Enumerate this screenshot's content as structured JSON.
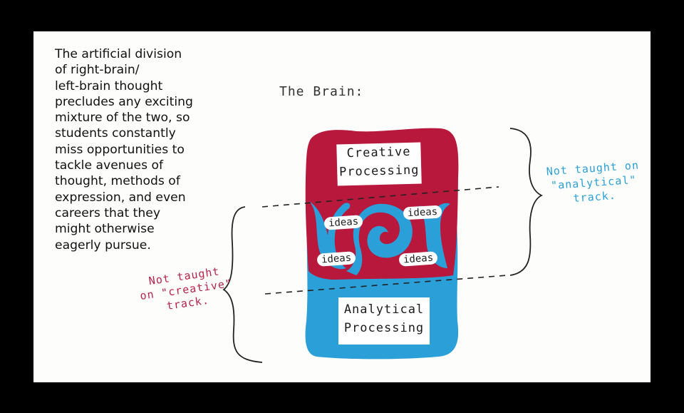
{
  "caption": {
    "lines": [
      "The artificial division",
      "of right-brain/",
      "left-brain thought",
      "precludes any exciting",
      "mixture of the two, so",
      "students constantly",
      "miss opportunities to",
      "tackle avenues of",
      "thought, methods of",
      "expression, and even",
      "careers that they",
      "might otherwise",
      "eagerly pursue."
    ]
  },
  "diagram": {
    "title": "The Brain:",
    "creative_box": [
      "Creative",
      "Processing"
    ],
    "analytical_box": [
      "Analytical",
      "Processing"
    ],
    "ideas": [
      "ideas",
      "ideas",
      "ideas",
      "ideas"
    ],
    "note_analytical_track": [
      "Not taught on",
      "\"analytical\"",
      "track."
    ],
    "note_creative_track": [
      "Not taught",
      "on \"creative\"",
      "track."
    ]
  },
  "colors": {
    "background": "#000000",
    "paper": "#fdfdfb",
    "creative_red": "#b8183c",
    "analytical_blue": "#2a9fd8",
    "blue_note": "#2c9fd6",
    "red_note": "#b5234b"
  }
}
